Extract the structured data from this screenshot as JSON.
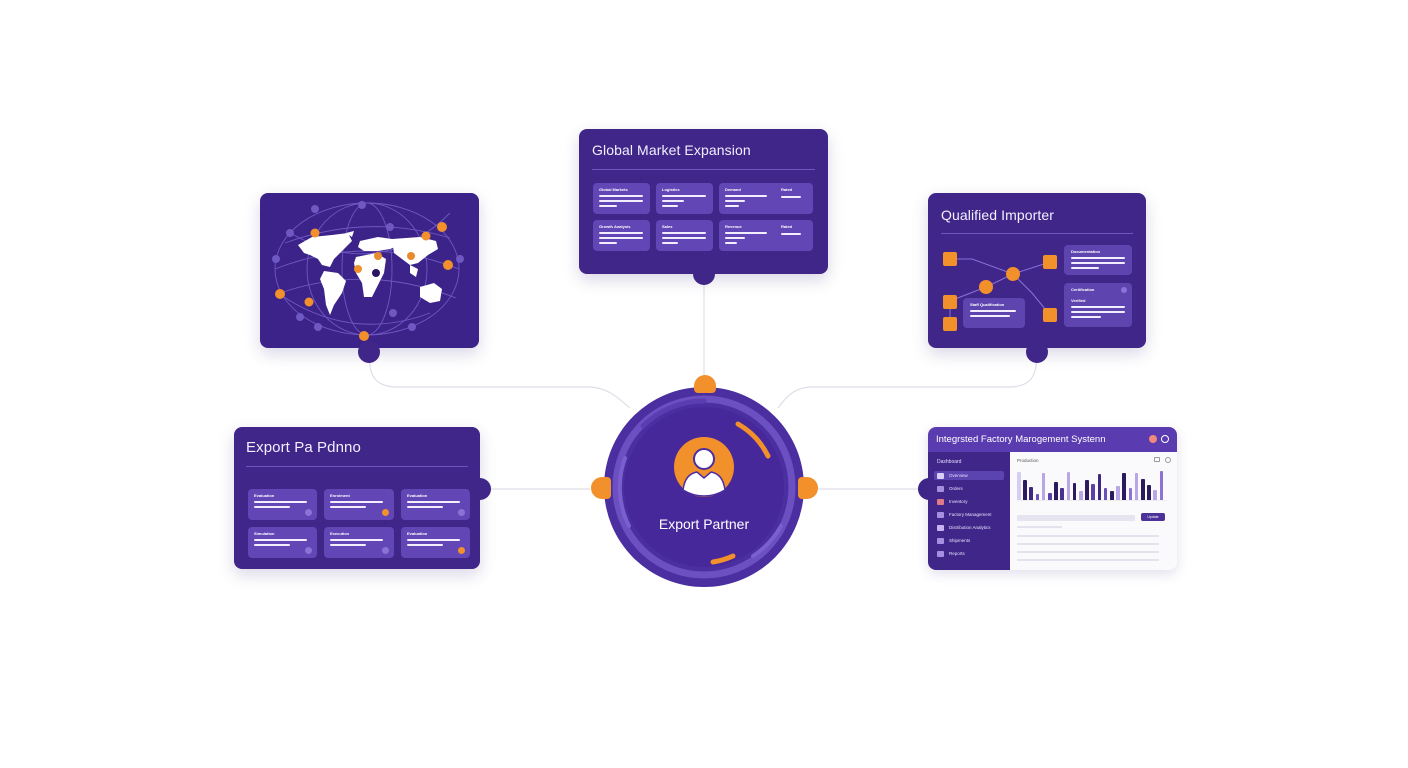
{
  "diagram": {
    "center": {
      "label": "Export Partner",
      "icon": "user-icon"
    },
    "nodes": {
      "global_market": {
        "title": "Global Market Expansion",
        "tiles": [
          {
            "label": "Global Markets",
            "lines": 3
          },
          {
            "label": "Logistics",
            "lines": 3
          },
          {
            "label": "Demand",
            "side_label": "Rated",
            "lines": 3
          },
          {
            "label": "Growth Analysis",
            "lines": 3
          },
          {
            "label": "Sales",
            "lines": 3
          },
          {
            "label": "Revenue",
            "side_label": "Rated",
            "lines": 3
          }
        ]
      },
      "world_map": {
        "icon": "world-map-network-icon"
      },
      "qualified_importer": {
        "title": "Qualified Importer",
        "panels": [
          {
            "label": "Documentation"
          },
          {
            "label": "Certification"
          },
          {
            "label": "Verified"
          },
          {
            "label": "Staff Qualification"
          }
        ]
      },
      "export_portfolio": {
        "title": "Export Pa Pdnno",
        "tiles": [
          {
            "label": "Evaluation",
            "dot": "#8a72d6"
          },
          {
            "label": "Enrolment",
            "dot": "#f2902b"
          },
          {
            "label": "Evaluation",
            "dot": "#8a72d6"
          },
          {
            "label": "Simulation",
            "dot": "#8a72d6"
          },
          {
            "label": "Execution",
            "dot": "#8a72d6"
          },
          {
            "label": "Evaluation",
            "dot": "#f2902b"
          }
        ]
      },
      "factory_system": {
        "title": "Integrsted Factory Marogement Systenn",
        "sidebar_heading": "Dashboard",
        "sidebar_items": [
          {
            "label": "Overview",
            "color": "#d9cdfa",
            "active": true
          },
          {
            "label": "Orders",
            "color": "#a68fe0"
          },
          {
            "label": "Inventory",
            "color": "#e07a8b"
          },
          {
            "label": "Factory Management",
            "color": "#a68fe0"
          },
          {
            "label": "Distribution Analytics",
            "color": "#c6b4f5"
          },
          {
            "label": "Shipments",
            "color": "#a68fe0"
          },
          {
            "label": "Reports",
            "color": "#a68fe0"
          }
        ],
        "main_heading": "Production",
        "action_button": "Update",
        "chart_bars": [
          {
            "h": 28,
            "c": "#d7cdf0"
          },
          {
            "h": 20,
            "c": "#2b1a5e"
          },
          {
            "h": 13,
            "c": "#3d2780"
          },
          {
            "h": 6,
            "c": "#6a52b8"
          },
          {
            "h": 27,
            "c": "#b8a6e6"
          },
          {
            "h": 7,
            "c": "#5a40a8"
          },
          {
            "h": 18,
            "c": "#2b1a5e"
          },
          {
            "h": 12,
            "c": "#4a3090"
          },
          {
            "h": 28,
            "c": "#b8a6e6"
          },
          {
            "h": 17,
            "c": "#2b1a5e"
          },
          {
            "h": 9,
            "c": "#b8a6e6"
          },
          {
            "h": 20,
            "c": "#2b1a5e"
          },
          {
            "h": 16,
            "c": "#5a40a8"
          },
          {
            "h": 26,
            "c": "#3d2780"
          },
          {
            "h": 12,
            "c": "#6a52b8"
          },
          {
            "h": 9,
            "c": "#2b1a5e"
          },
          {
            "h": 14,
            "c": "#b8a6e6"
          },
          {
            "h": 27,
            "c": "#2b1a5e"
          },
          {
            "h": 12,
            "c": "#8b74d4"
          },
          {
            "h": 27,
            "c": "#b8a6e6"
          },
          {
            "h": 21,
            "c": "#2b1a5e"
          },
          {
            "h": 15,
            "c": "#2b1a5e"
          },
          {
            "h": 10,
            "c": "#b8a6e6"
          },
          {
            "h": 29,
            "c": "#8b74d4"
          }
        ]
      }
    },
    "colors": {
      "card": "#3f2688",
      "tile": "#6246b5",
      "accent": "#f2902b",
      "hub": "#4b2fa0",
      "connector": "#dcdce6"
    }
  }
}
